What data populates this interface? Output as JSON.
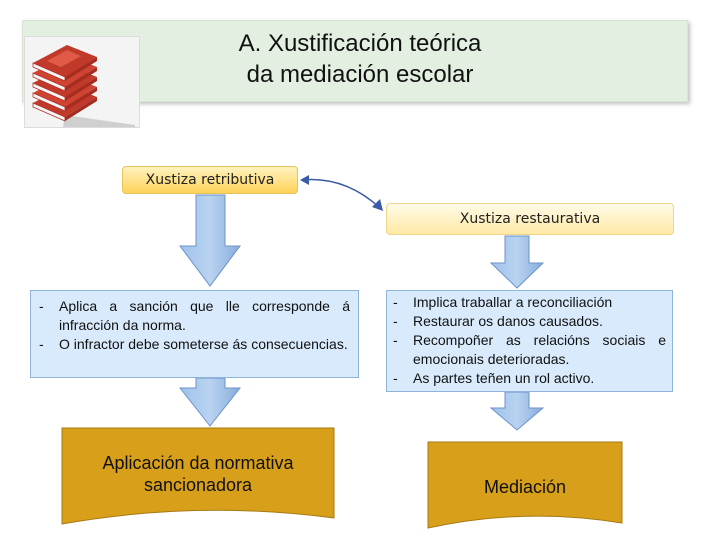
{
  "title": {
    "line1": "A. Xustificación teórica",
    "line2": "da mediación escolar"
  },
  "colors": {
    "title_bg": "#e3f0e1",
    "pill_yellow": "#ffd258",
    "text_box_bg": "#d8eafb",
    "arrow_blue": "#8db4e2",
    "orange_box": "#d79f1a"
  },
  "nodes": {
    "retributiva": "Xustiza retributiva",
    "restaurativa": "Xustiza restaurativa"
  },
  "left_box": {
    "items": [
      {
        "dash": "-",
        "text": "Aplica a sanción que lle corresponde á infracción da norma."
      },
      {
        "dash": "-",
        "text": "O infractor debe someterse ás consecuencias."
      }
    ]
  },
  "right_box": {
    "items": [
      {
        "dash": "-",
        "text": "Implica traballar a reconciliación"
      },
      {
        "dash": "-",
        "text": "Restaurar os danos causados."
      },
      {
        "dash": "-",
        "text": "Recompoñer as relacións sociais e emocionais deterioradas."
      },
      {
        "dash": "-",
        "text": "As partes teñen un rol activo."
      }
    ]
  },
  "outcomes": {
    "left": "Aplicación da normativa sancionadora",
    "right": "Mediación"
  }
}
